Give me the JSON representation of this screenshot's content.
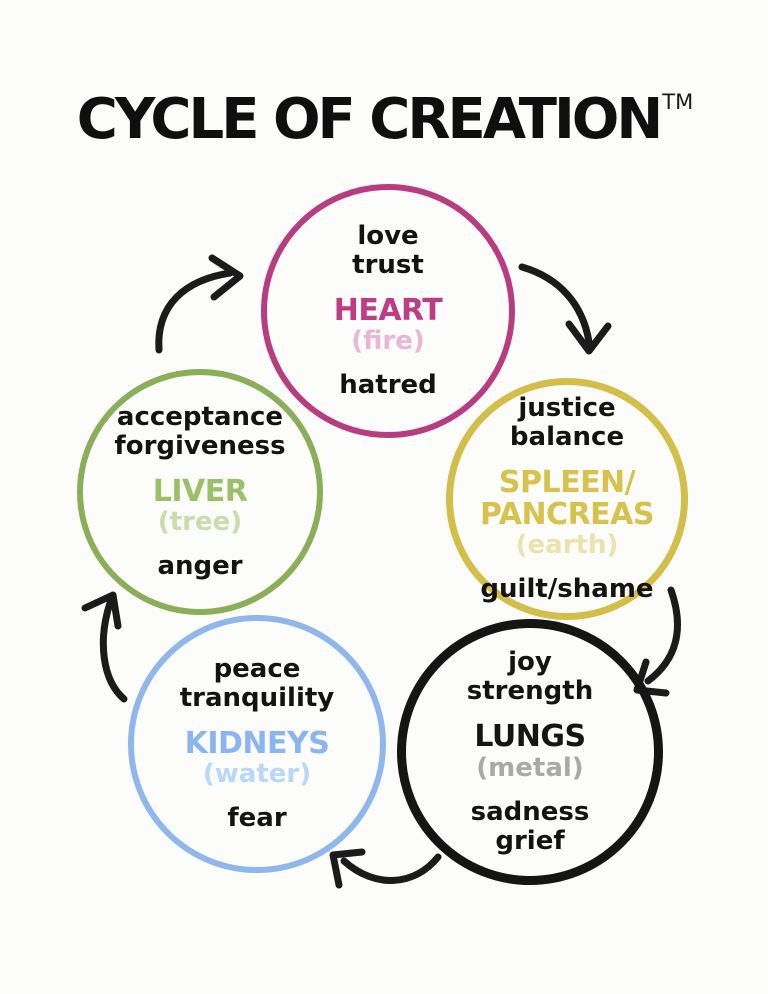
{
  "title": {
    "text": "CYCLE OF CREATION",
    "trademark": "TM"
  },
  "colors": {
    "background": "#fcfcfa",
    "text": "#131313",
    "arrow": "#1b1b1b"
  },
  "nodes": {
    "heart": {
      "virtues": "love\ntrust",
      "organ": "HEART",
      "element": "(fire)",
      "emotions": "hatred",
      "border": "#b83d80",
      "organ_color": "#bc3c85",
      "element_color": "#e9b6d5"
    },
    "spleen_pancreas": {
      "virtues": "justice\nbalance",
      "organ": "SPLEEN/\nPANCREAS",
      "element": "(earth)",
      "emotions": "guilt/shame",
      "border": "#d2be49",
      "organ_color": "#d7c24e",
      "element_color": "#eae3ad"
    },
    "lungs": {
      "virtues": "joy\nstrength",
      "organ": "LUNGS",
      "element": "(metal)",
      "emotions": "sadness\ngrief",
      "border": "#151515",
      "organ_color": "#151515",
      "element_color": "#a9a9a9"
    },
    "kidneys": {
      "virtues": "peace\ntranquility",
      "organ": "KIDNEYS",
      "element": "(water)",
      "emotions": "fear",
      "border": "#8fb7ec",
      "organ_color": "#8bb5ee",
      "element_color": "#b9d8f7"
    },
    "liver": {
      "virtues": "acceptance\nforgiveness",
      "organ": "LIVER",
      "element": "(tree)",
      "emotions": "anger",
      "border": "#8bae58",
      "organ_color": "#9bc06a",
      "element_color": "#c9dcab"
    }
  },
  "arrows": {
    "color": "#1b1b1b",
    "sequence": [
      "liver-to-heart",
      "heart-to-spleen-pancreas",
      "spleen-pancreas-to-lungs",
      "lungs-to-kidneys",
      "kidneys-to-liver"
    ]
  }
}
